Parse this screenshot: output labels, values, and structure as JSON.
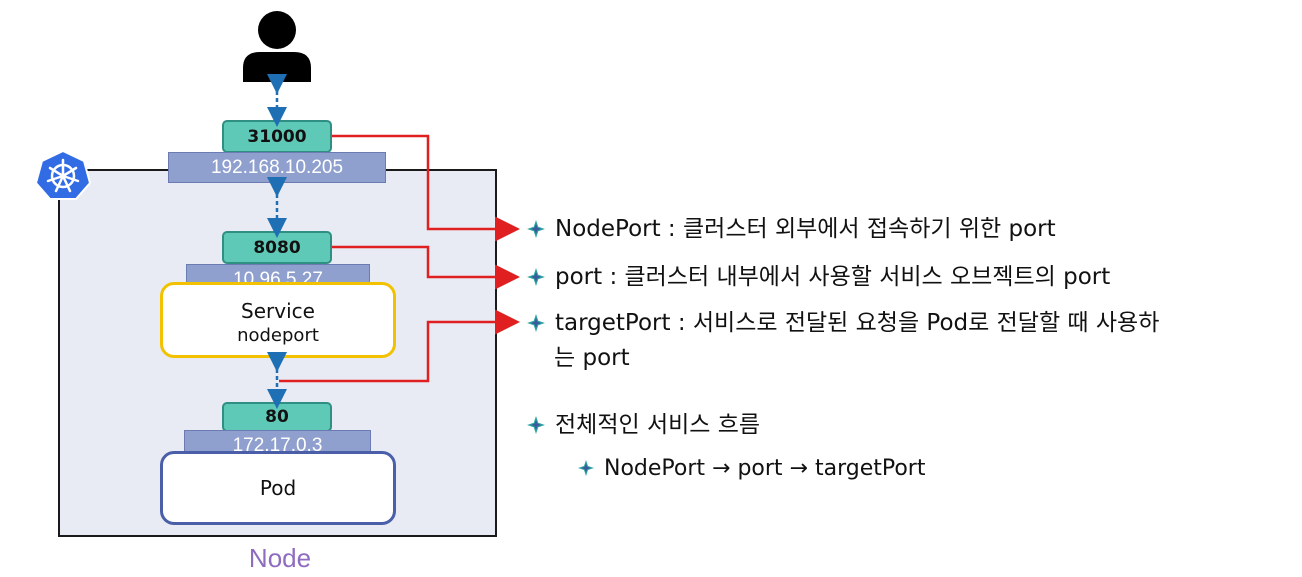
{
  "node": {
    "label": "Node",
    "ip": "192.168.10.205",
    "node_port": "31000"
  },
  "service": {
    "port": "8080",
    "cluster_ip": "10.96.5.27",
    "title": "Service",
    "type": "nodeport"
  },
  "pod": {
    "port": "80",
    "ip": "172.17.0.3",
    "label": "Pod"
  },
  "descriptions": [
    "NodePort : 클러스터 외부에서 접속하기 위한 port",
    "port : 클러스터 내부에서 사용할 서비스 오브젝트의 port",
    "targetPort : 서비스로 전달된 요청을 Pod로 전달할 때 사용하",
    "는 port"
  ],
  "flow": {
    "title": "전체적인 서비스 흐름",
    "sequence": "NodePort → port → targetPort"
  },
  "colors": {
    "port_tag": "#5fc9b8",
    "ip_bar": "#8fa0cf",
    "service_border": "#f2c200",
    "pod_border": "#4a5fa8",
    "node_bg": "#e8ebf4",
    "arrow_red": "#e02020",
    "dash_blue": "#1f6fb5",
    "node_label": "#8e6cc0",
    "k8s_logo": "#326ce5"
  },
  "icons": {
    "user": "user-icon",
    "kubernetes": "kubernetes-logo-icon",
    "bullet": "sparkle-bullet-icon"
  }
}
